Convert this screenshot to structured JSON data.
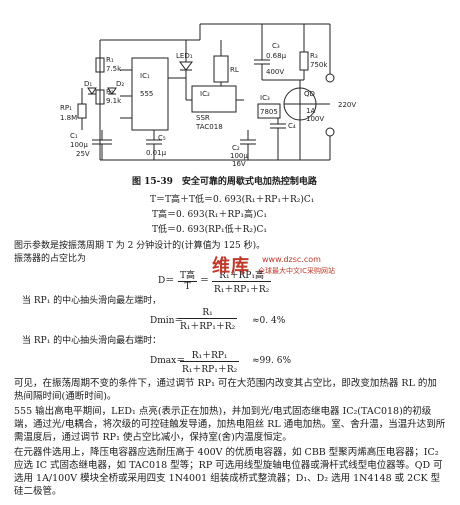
{
  "circuit": {
    "labels": {
      "r1": "R₁",
      "r1_val": "7.5k",
      "r2": "R₂",
      "r2_val": "9.1k",
      "rp1": "RP₁",
      "rp1_val": "1.8M",
      "d1": "D₁",
      "d2": "D₂",
      "c1": "C₁",
      "c1_val": "100μ",
      "c1_v": "25V",
      "ic1": "IC₁",
      "ic1_type": "555",
      "c5": "C₅",
      "c5_val": "0.01μ",
      "led1": "LED₁",
      "ic2": "IC₂",
      "ssr": "SSR",
      "tac": "TAC018",
      "rl": "RL",
      "c2": "C₂",
      "c2_val": "100μ",
      "c2_v": "16V",
      "ic3": "IC₃",
      "ic3_type": "7805",
      "c4": "C₄",
      "c3": "C₃",
      "c3_val": "0.68μ",
      "c3_v": "400V",
      "r3": "R₃",
      "r3_val": "750k",
      "qd": "QD",
      "qd_a": "1A",
      "qd_v": "100V",
      "ac": "220V"
    }
  },
  "caption": "图 15-39　安全可靠的周歇式电加热控制电路",
  "equations": {
    "eq1": "T＝T高＋T低＝0. 693(R₁＋RP₁＋R₂)C₁",
    "eq2": "T高＝0. 693(R₁＋RP₁高)C₁",
    "eq3": "T低＝0. 693(RP₁低＋R₂)C₁"
  },
  "text": {
    "p1a": "图示参数是按振荡周期 T 为 2 分钟设计的(计算值为 125 秒)。",
    "p1b": "振荡器的占空比为",
    "d_left": "D＝",
    "d_num1": "T高",
    "d_den1": "T",
    "d_eq": "＝",
    "d_num2": "R₁＋RP₁高",
    "d_den2": "R₁＋RP₁＋R₂",
    "p2": "当 RP₁ 的中心抽头滑向最左端时，",
    "dmin_left": "Dmin＝",
    "dmin_num": "R₁",
    "dmin_den": "R₁＋RP₁＋R₂",
    "dmin_val": "≈0. 4%",
    "p3": "当 RP₁ 的中心抽头滑向最右端时：",
    "dmax_left": "Dmax＝",
    "dmax_num": "R₁＋RP₁",
    "dmax_den": "R₁＋RP₁＋R₂",
    "dmax_val": "≈99. 6%",
    "p4": "可见，在振荡周期不变的条件下，通过调节 RP₁ 可在大范围内改变其占空比，即改变加热器 RL 的加热间隔时间(通断时间)。",
    "p5": "555 输出高电平期间，LED₁ 点亮(表示正在加热)，并加到光/电式固态继电器 IC₂(TAC018)的初级端，通过光/电耦合，将次级的可控硅触发导通，加热电阻丝 RL 通电加热。室、舍升温，当温升达到所需温度后，通过调节 RP₁ 使占空比减小，保持室(舍)内温度恒定。",
    "p6": "在元器件选用上，降压电容器应选耐压高于 400V 的优质电容器，如 CBB 型聚丙烯高压电容器；IC₂ 应选 IC 式固态继电器，如 TAC018 型等；RP 可选用线型旋轴电位器或滑杆式线型电位器等。QD 可选用 1A/100V 模块全桥或采用四支 1N4001 组装成桥式整流器；D₁、D₂ 选用 1N4148 或 2CK 型硅二极管。"
  },
  "watermark": {
    "brand": "维库",
    "site": "www.dzsc.com",
    "slogan": "全球最大中文IC采购网站"
  },
  "colors": {
    "watermark": "#c0392b",
    "ink": "#1a1a1a"
  }
}
